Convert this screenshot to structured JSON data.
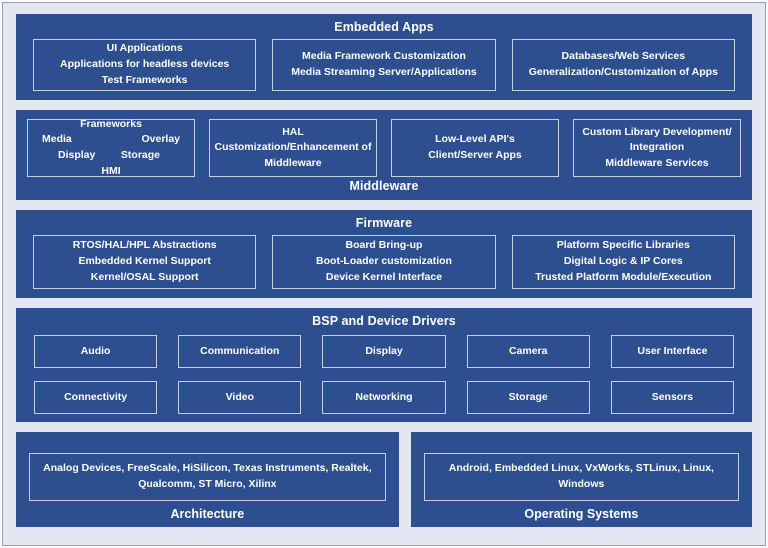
{
  "colors": {
    "canvas_background": "#e4e6f2",
    "panel_blue": "#2e4f8f",
    "inner_box_border": "#c6cfe1",
    "frame_border": "#9ba2ae",
    "text": "#ffffff"
  },
  "embedded_apps": {
    "title": "Embedded Apps",
    "boxes": [
      {
        "lines": [
          "UI Applications",
          "Applications for headless devices",
          "Test Frameworks"
        ]
      },
      {
        "lines": [
          "Media Framework Customization",
          "Media Streaming Server/Applications"
        ]
      },
      {
        "lines": [
          "Databases/Web Services",
          "Generalization/Customization of Apps"
        ]
      }
    ]
  },
  "middleware": {
    "title": "Middleware",
    "frameworks": {
      "title": "Frameworks",
      "left1": "Media",
      "right1": "Overlay",
      "left2": "Display",
      "right2": "Storage",
      "center": "HMI"
    },
    "boxes": [
      {
        "lines": [
          "HAL",
          "Customization/Enhancement of",
          "Middleware"
        ]
      },
      {
        "lines": [
          "Low-Level API's",
          "Client/Server Apps"
        ]
      },
      {
        "lines": [
          "Custom Library Development/",
          "Integration",
          "Middleware Services"
        ]
      }
    ]
  },
  "firmware": {
    "title": "Firmware",
    "boxes": [
      {
        "lines": [
          "RTOS/HAL/HPL Abstractions",
          "Embedded Kernel Support",
          "Kernel/OSAL Support"
        ]
      },
      {
        "lines": [
          "Board Bring-up",
          "Boot-Loader customization",
          "Device Kernel Interface"
        ]
      },
      {
        "lines": [
          "Platform Specific Libraries",
          "Digital Logic & IP Cores",
          "Trusted Platform Module/Execution"
        ]
      }
    ]
  },
  "bsp": {
    "title": "BSP and Device Drivers",
    "row1": [
      "Audio",
      "Communication",
      "Display",
      "Camera",
      "User Interface"
    ],
    "row2": [
      "Connectivity",
      "Video",
      "Networking",
      "Storage",
      "Sensors"
    ]
  },
  "architecture": {
    "title": "Architecture",
    "content": "Analog Devices, FreeScale, HiSilicon, Texas Instruments, Realtek, Qualcomm, ST Micro, Xilinx"
  },
  "operating_systems": {
    "title": "Operating Systems",
    "content": "Android, Embedded Linux, VxWorks, STLinux, Linux, Windows"
  }
}
